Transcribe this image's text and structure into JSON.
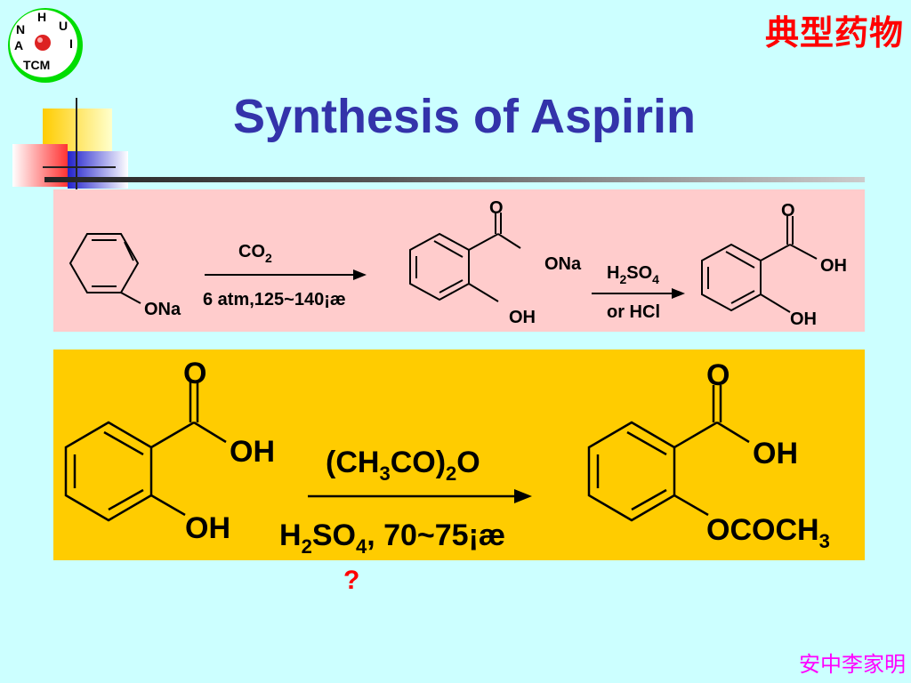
{
  "logo": {
    "letters": [
      "N",
      "H",
      "U",
      "A",
      "I"
    ],
    "text": "TCM"
  },
  "header": {
    "category": "典型药物",
    "title": "Synthesis of Aspirin"
  },
  "reaction_1": {
    "start_sub": "ONa",
    "step1_above": "CO",
    "step1_above_sub": "2",
    "step1_below": "6 atm,125~140¡æ",
    "int_o": "O",
    "int_ona": "ONa",
    "int_oh": "OH",
    "step2_above": [
      "H",
      "2",
      "SO",
      "4"
    ],
    "step2_below": "or HCl",
    "prod_o": "O",
    "prod_oh1": "OH",
    "prod_oh2": "OH"
  },
  "reaction_2": {
    "start_o": "O",
    "start_oh1": "OH",
    "start_oh2": "OH",
    "reagent_above": [
      "(CH",
      "3",
      "CO)",
      "2",
      "O"
    ],
    "reagent_below": [
      "H",
      "2",
      "SO",
      "4",
      ", 70~75¡æ"
    ],
    "prod_o": "O",
    "prod_oh": "OH",
    "prod_sub": [
      "OCOCH",
      "3"
    ]
  },
  "question_mark": "?",
  "author": "安中李家明",
  "colors": {
    "background": "#ccffff",
    "title": "#3333aa",
    "panel_1": "#ffcccc",
    "panel_2": "#ffcc00",
    "accent_red": "#ff0000",
    "author": "#ff00ff"
  }
}
